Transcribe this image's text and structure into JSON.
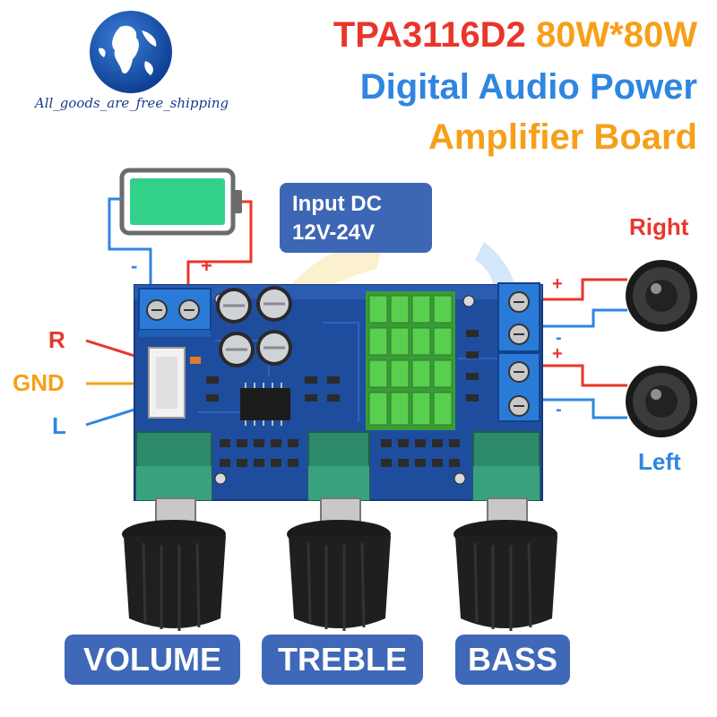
{
  "brand": {
    "text": "All_goods_are_free_shipping"
  },
  "title": {
    "model": "TPA3116D2",
    "power": "80W*80W",
    "line2": "Digital Audio Power",
    "line3": "Amplifier Board"
  },
  "input": {
    "line1": "Input DC",
    "line2": "12V-24V"
  },
  "power_terminal": {
    "minus": "-",
    "plus": "+"
  },
  "signal_labels": {
    "r": "R",
    "gnd": "GND",
    "l": "L"
  },
  "speakers": {
    "right": "Right",
    "left": "Left",
    "plus": "+",
    "minus": "-"
  },
  "knobs": {
    "volume": "VOLUME",
    "treble": "TREBLE",
    "bass": "BASS"
  },
  "colors": {
    "red": "#e8362b",
    "blue": "#2f86e0",
    "orange": "#f6a019",
    "board": "#1f4d9e",
    "label_bg": "#3f68b8",
    "heatsink": "#3fb43c"
  }
}
